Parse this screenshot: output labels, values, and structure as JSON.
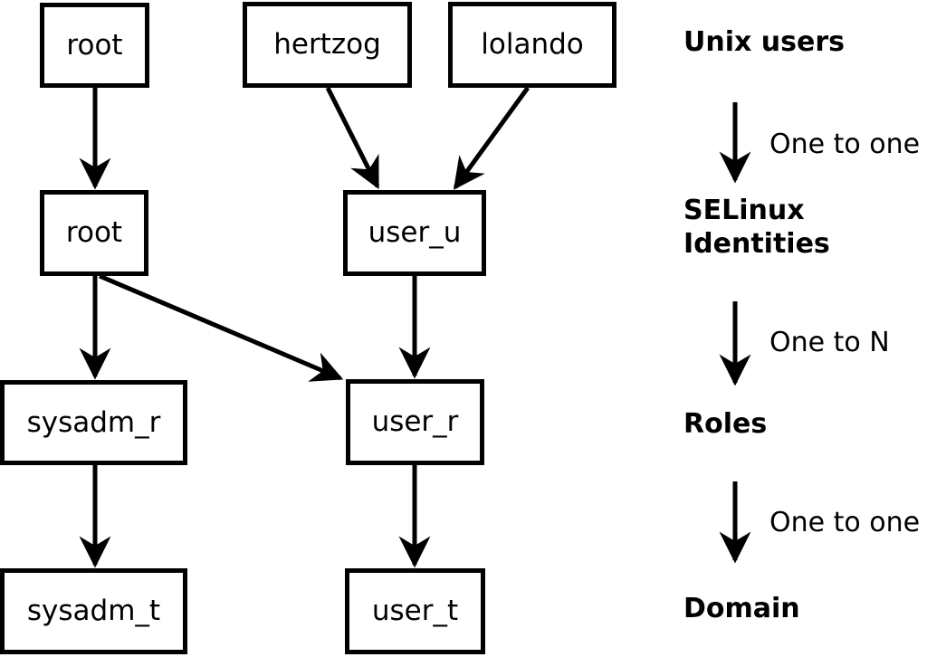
{
  "boxes": {
    "unix_root": {
      "label": "root"
    },
    "hertzog": {
      "label": "hertzog"
    },
    "lolando": {
      "label": "lolando"
    },
    "selinux_root": {
      "label": "root"
    },
    "user_u": {
      "label": "user_u"
    },
    "sysadm_r": {
      "label": "sysadm_r"
    },
    "user_r": {
      "label": "user_r"
    },
    "sysadm_t": {
      "label": "sysadm_t"
    },
    "user_t": {
      "label": "user_t"
    }
  },
  "legend": {
    "unix_users": "Unix users",
    "map1": "One to one",
    "selinux_identities": "SELinux Identities",
    "map2": "One to N",
    "roles": "Roles",
    "map3": "One to one",
    "domain": "Domain"
  },
  "edges": [
    {
      "from": "unix_root",
      "to": "selinux_root"
    },
    {
      "from": "hertzog",
      "to": "user_u"
    },
    {
      "from": "lolando",
      "to": "user_u"
    },
    {
      "from": "selinux_root",
      "to": "sysadm_r"
    },
    {
      "from": "selinux_root",
      "to": "user_r"
    },
    {
      "from": "user_u",
      "to": "user_r"
    },
    {
      "from": "sysadm_r",
      "to": "sysadm_t"
    },
    {
      "from": "user_r",
      "to": "user_t"
    }
  ],
  "colors": {
    "stroke": "#000000",
    "background": "#ffffff"
  }
}
